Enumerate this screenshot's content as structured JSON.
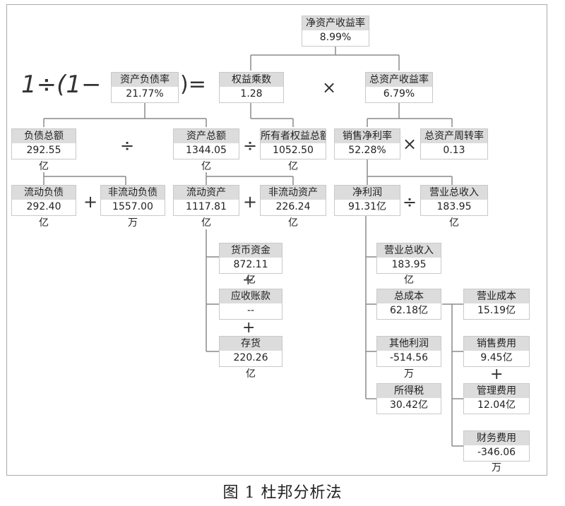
{
  "nodes": {
    "roe": {
      "label": "净资产收益率",
      "value": "8.99%"
    },
    "debt_ratio": {
      "label": "资产负债率",
      "value": "21.77%"
    },
    "equity_multiplier": {
      "label": "权益乘数",
      "value": "1.28"
    },
    "roa": {
      "label": "总资产收益率",
      "value": "6.79%"
    },
    "total_liab": {
      "label": "负债总额",
      "value": "292.55",
      "unit": "亿"
    },
    "total_assets": {
      "label": "资产总额",
      "value": "1344.05",
      "unit": "亿"
    },
    "equity": {
      "label": "所有者权益总额",
      "value": "1052.50",
      "unit": "亿"
    },
    "net_margin": {
      "label": "销售净利率",
      "value": "52.28%"
    },
    "asset_turnover": {
      "label": "总资产周转率",
      "value": "0.13"
    },
    "cur_liab": {
      "label": "流动负债",
      "value": "292.40",
      "unit": "亿"
    },
    "noncur_liab": {
      "label": "非流动负债",
      "value": "1557.00",
      "unit": "万"
    },
    "cur_assets": {
      "label": "流动资产",
      "value": "1117.81",
      "unit": "亿"
    },
    "noncur_assets": {
      "label": "非流动资产",
      "value": "226.24",
      "unit": "亿"
    },
    "net_profit": {
      "label": "净利润",
      "value": "91.31亿"
    },
    "revenue_top": {
      "label": "营业总收入",
      "value": "183.95",
      "unit": "亿"
    },
    "cash": {
      "label": "货币资金",
      "value": "872.11",
      "unit": "亿"
    },
    "receivables": {
      "label": "应收账款",
      "value": "--"
    },
    "inventory": {
      "label": "存货",
      "value": "220.26",
      "unit": "亿"
    },
    "revenue": {
      "label": "营业总收入",
      "value": "183.95",
      "unit": "亿"
    },
    "total_cost": {
      "label": "总成本",
      "value": "62.18亿"
    },
    "other_profit": {
      "label": "其他利润",
      "value": "-514.56",
      "unit": "万"
    },
    "income_tax": {
      "label": "所得税",
      "value": "30.42亿"
    },
    "op_cost": {
      "label": "营业成本",
      "value": "15.19亿"
    },
    "selling_exp": {
      "label": "销售费用",
      "value": "9.45亿"
    },
    "admin_exp": {
      "label": "管理费用",
      "value": "12.04亿"
    },
    "fin_exp": {
      "label": "财务费用",
      "value": "-346.06",
      "unit": "万"
    }
  },
  "operators": {
    "times": "×",
    "divide": "÷",
    "plus": "+"
  },
  "formula": {
    "left": "1÷(1−",
    "right": ")="
  },
  "caption": "图 1 杜邦分析法"
}
